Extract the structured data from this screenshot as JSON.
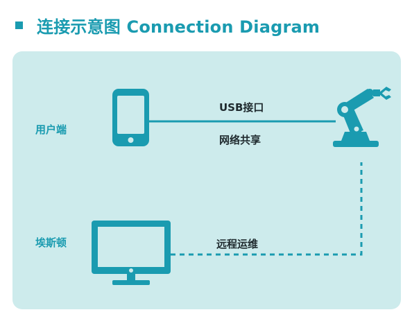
{
  "title": {
    "text": "连接示意图  Connection Diagram"
  },
  "devices": {
    "client": "用户端",
    "aisi": "埃斯顿"
  },
  "connections": {
    "usb": "USB接口",
    "network": "网络共享",
    "remote": "远程运维"
  },
  "icons": {
    "title": "square-bullet-icon",
    "phone": "smartphone-icon",
    "monitor": "monitor-icon",
    "robot": "robot-arm-icon"
  },
  "colors": {
    "accent": "#1a9bb0",
    "panel": "#cdebec",
    "text_dark": "#1f2a2e"
  }
}
